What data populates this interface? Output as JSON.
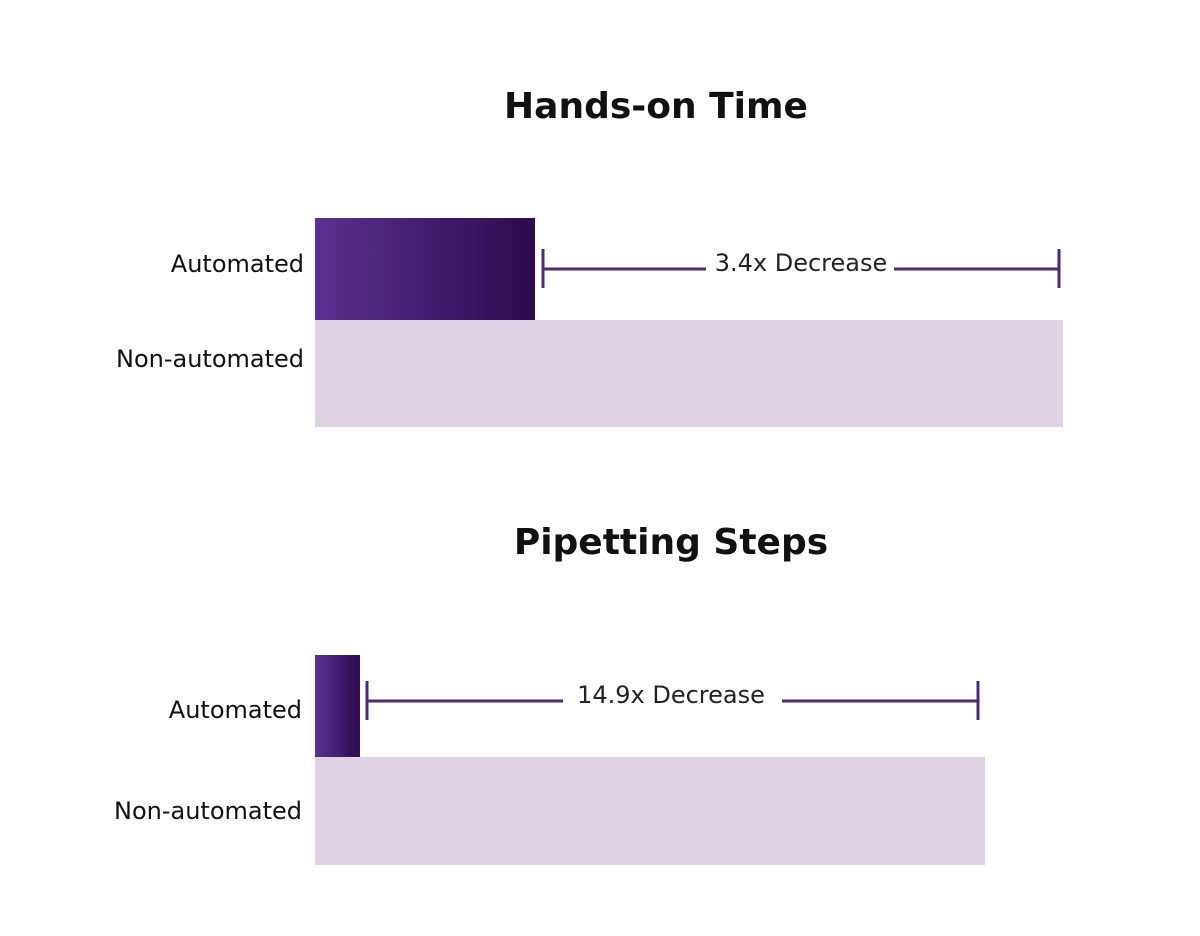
{
  "chart_data": [
    {
      "type": "bar",
      "orientation": "horizontal",
      "title": "Hands-on Time",
      "categories": [
        "Automated",
        "Non-automated"
      ],
      "values": [
        1,
        3.4
      ],
      "annotation": "3.4x Decrease",
      "xlabel": "",
      "ylabel": "",
      "grid": false,
      "colors": {
        "automated_dark": "#2d0a4e",
        "automated_light": "#5a3190",
        "non_automated": "#dfd2e5",
        "bracket": "#4b2a7b"
      }
    },
    {
      "type": "bar",
      "orientation": "horizontal",
      "title": "Pipetting Steps",
      "categories": [
        "Automated",
        "Non-automated"
      ],
      "values": [
        1,
        14.9
      ],
      "annotation": "14.9x Decrease",
      "xlabel": "",
      "ylabel": "",
      "grid": false,
      "colors": {
        "automated_dark": "#2d0a4e",
        "automated_light": "#5a3190",
        "non_automated": "#dfd2e5",
        "bracket": "#4b2a7b"
      }
    }
  ]
}
